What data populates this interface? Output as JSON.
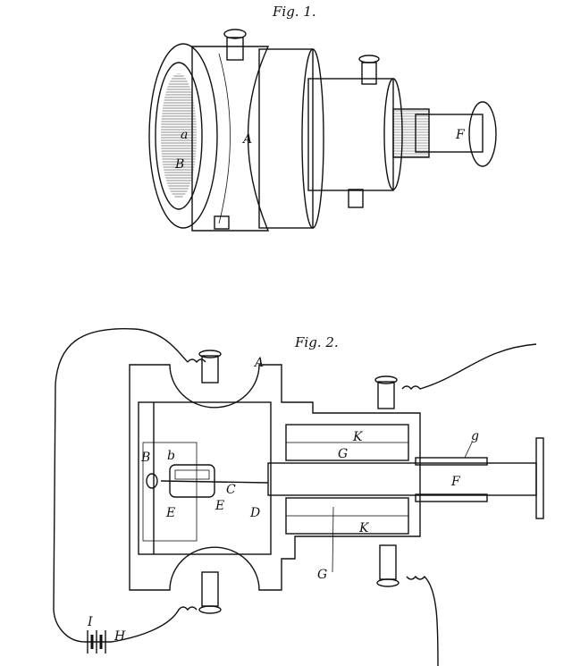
{
  "figure1": {
    "title": "Fig. 1.",
    "labels": {
      "body": "A",
      "face": "B",
      "screw": "a",
      "shaft": "F"
    }
  },
  "figure2": {
    "title": "Fig. 2.",
    "labels": {
      "body": "A",
      "diaphragm": "B",
      "contact": "b",
      "lever": "C",
      "weight_left": "E",
      "weight_right": "E",
      "partition": "D",
      "coil_top": "K",
      "coil_bottom": "K",
      "core": "G",
      "core_lower": "G",
      "shaft": "F",
      "sleeve": "g",
      "battery": "I",
      "circuit": "H"
    }
  }
}
